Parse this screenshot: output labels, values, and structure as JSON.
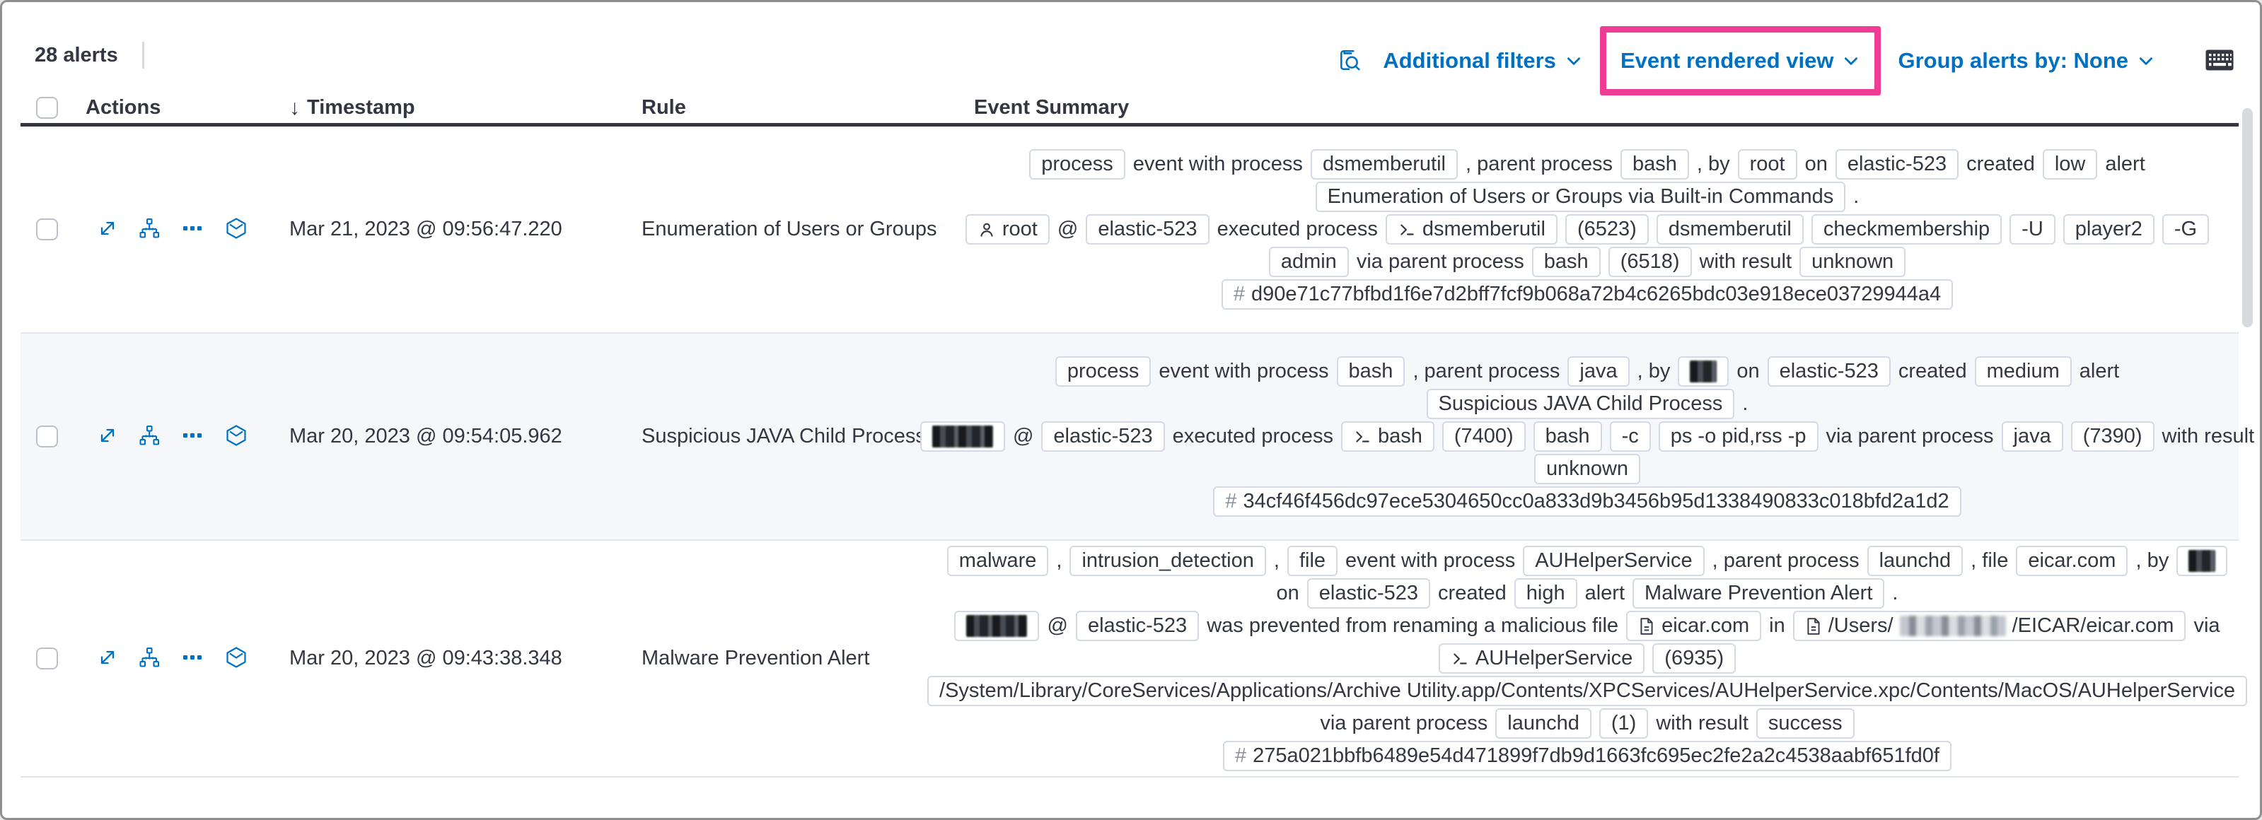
{
  "header": {
    "alert_count": "28 alerts"
  },
  "toolbar": {
    "additional_filters_label": "Additional filters",
    "view_selector_label": "Event rendered view",
    "group_by_label": "Group alerts by: None",
    "icons": [
      "inspect-icon",
      "keyboard-shortcuts-icon",
      "chevron-down-icon"
    ]
  },
  "columns": {
    "actions": "Actions",
    "timestamp": "Timestamp",
    "rule": "Rule",
    "event_summary": "Event Summary",
    "sort_arrow": "↓"
  },
  "row_action_icons": [
    "expand-alert-icon",
    "analyze-event-icon",
    "more-actions-icon",
    "session-view-icon"
  ],
  "colors": {
    "accent_pink": "#ef3d95",
    "link_blue": "#0071c2",
    "text_dark": "#343741",
    "badge_border": "#d3dae6",
    "stripe_bg": "#f5f7fa",
    "header_rule": "#343741"
  },
  "rows": [
    {
      "striped": false,
      "timestamp": "Mar 21, 2023 @ 09:56:47.220",
      "rule": "Enumeration of Users or Groups via Bui",
      "lines": [
        [
          {
            "b": [
              "process"
            ]
          },
          {
            "p": "event with process"
          },
          {
            "b": [
              "dsmemberutil"
            ]
          },
          {
            "p": ", parent process"
          },
          {
            "b": [
              "bash"
            ]
          },
          {
            "p": ", by"
          },
          {
            "b": [
              "root"
            ]
          },
          {
            "p": "on"
          },
          {
            "b": [
              "elastic-523"
            ]
          },
          {
            "p": "created"
          },
          {
            "b": [
              "low"
            ]
          },
          {
            "p": "alert"
          }
        ],
        [
          {
            "b": [
              "Enumeration of Users or Groups via Built-in Commands"
            ]
          },
          {
            "p": "."
          }
        ],
        [
          {
            "b": [
              "root"
            ],
            "i": "user"
          },
          {
            "p": "@"
          },
          {
            "b": [
              "elastic-523"
            ]
          },
          {
            "p": "executed process"
          },
          {
            "b": [
              "dsmemberutil"
            ],
            "i": "terminal"
          },
          {
            "b": [
              "(6523)"
            ]
          },
          {
            "b": [
              "dsmemberutil"
            ]
          },
          {
            "b": [
              "checkmembership"
            ]
          },
          {
            "b": [
              "-U"
            ]
          },
          {
            "b": [
              "player2"
            ]
          },
          {
            "b": [
              "-G"
            ]
          }
        ],
        [
          {
            "b": [
              "admin"
            ]
          },
          {
            "p": "via parent process"
          },
          {
            "b": [
              "bash"
            ]
          },
          {
            "b": [
              "(6518)"
            ]
          },
          {
            "p": "with result"
          },
          {
            "b": [
              "unknown"
            ]
          }
        ],
        [
          {
            "b": [
              "d90e71c77bfbd1f6e7d2bff7fcf9b068a72b4c6265bdc03e918ece03729944a4"
            ],
            "h": true
          }
        ]
      ]
    },
    {
      "striped": true,
      "timestamp": "Mar 20, 2023 @ 09:54:05.962",
      "rule": "Suspicious JAVA Child Process",
      "lines": [
        [
          {
            "b": [
              "process"
            ]
          },
          {
            "p": "event with process"
          },
          {
            "b": [
              "bash"
            ]
          },
          {
            "p": ", parent process"
          },
          {
            "b": [
              "java"
            ]
          },
          {
            "p": ", by"
          },
          {
            "b": [
              38
            ]
          },
          {
            "p": "on"
          },
          {
            "b": [
              "elastic-523"
            ]
          },
          {
            "p": "created"
          },
          {
            "b": [
              "medium"
            ]
          },
          {
            "p": "alert"
          }
        ],
        [
          {
            "b": [
              "Suspicious JAVA Child Process"
            ]
          },
          {
            "p": "."
          }
        ],
        [
          {
            "b": [
              86
            ]
          },
          {
            "p": "@"
          },
          {
            "b": [
              "elastic-523"
            ]
          },
          {
            "p": "executed process"
          },
          {
            "b": [
              "bash"
            ],
            "i": "terminal"
          },
          {
            "b": [
              "(7400)"
            ]
          },
          {
            "b": [
              "bash"
            ]
          },
          {
            "b": [
              "-c"
            ]
          },
          {
            "b": [
              "ps -o pid,rss -p"
            ]
          },
          {
            "p": "via parent process"
          },
          {
            "b": [
              "java"
            ]
          },
          {
            "b": [
              "(7390)"
            ]
          },
          {
            "p": "with result"
          }
        ],
        [
          {
            "b": [
              "unknown"
            ]
          }
        ],
        [
          {
            "b": [
              "34cf46f456dc97ece5304650cc0a833d9b3456b95d1338490833c018bfd2a1d2"
            ],
            "h": true
          }
        ]
      ]
    },
    {
      "striped": false,
      "timestamp": "Mar 20, 2023 @ 09:43:38.348",
      "rule": "Malware Prevention Alert",
      "lines": [
        [
          {
            "b": [
              "malware"
            ]
          },
          {
            "p": ","
          },
          {
            "b": [
              "intrusion_detection"
            ]
          },
          {
            "p": ","
          },
          {
            "b": [
              "file"
            ]
          },
          {
            "p": "event with process"
          },
          {
            "b": [
              "AUHelperService"
            ]
          },
          {
            "p": ", parent process"
          },
          {
            "b": [
              "launchd"
            ]
          },
          {
            "p": ", file"
          },
          {
            "b": [
              "eicar.com"
            ]
          },
          {
            "p": ", by"
          },
          {
            "b": [
              38
            ]
          }
        ],
        [
          {
            "p": "on"
          },
          {
            "b": [
              "elastic-523"
            ]
          },
          {
            "p": "created"
          },
          {
            "b": [
              "high"
            ]
          },
          {
            "p": "alert"
          },
          {
            "b": [
              "Malware Prevention Alert"
            ]
          },
          {
            "p": "."
          }
        ],
        [
          {
            "b": [
              86
            ]
          },
          {
            "p": "@"
          },
          {
            "b": [
              "elastic-523"
            ]
          },
          {
            "p": "was prevented from renaming a malicious file"
          },
          {
            "b": [
              "eicar.com"
            ],
            "i": "doc"
          },
          {
            "p": "in"
          },
          {
            "b": [
              "/Users/",
              150,
              "/EICAR/eicar.com"
            ],
            "i": "doc"
          },
          {
            "p": "via"
          }
        ],
        [
          {
            "b": [
              "AUHelperService"
            ],
            "i": "terminal"
          },
          {
            "b": [
              "(6935)"
            ]
          }
        ],
        [
          {
            "b": [
              "/System/Library/CoreServices/Applications/Archive Utility.app/Contents/XPCServices/AUHelperService.xpc/Contents/MacOS/AUHelperService"
            ]
          }
        ],
        [
          {
            "p": "via parent process"
          },
          {
            "b": [
              "launchd"
            ]
          },
          {
            "b": [
              "(1)"
            ]
          },
          {
            "p": "with result"
          },
          {
            "b": [
              "success"
            ]
          }
        ],
        [
          {
            "b": [
              "275a021bbfb6489e54d471899f7db9d1663fc695ec2fe2a2c4538aabf651fd0f"
            ],
            "h": true
          }
        ]
      ]
    }
  ]
}
